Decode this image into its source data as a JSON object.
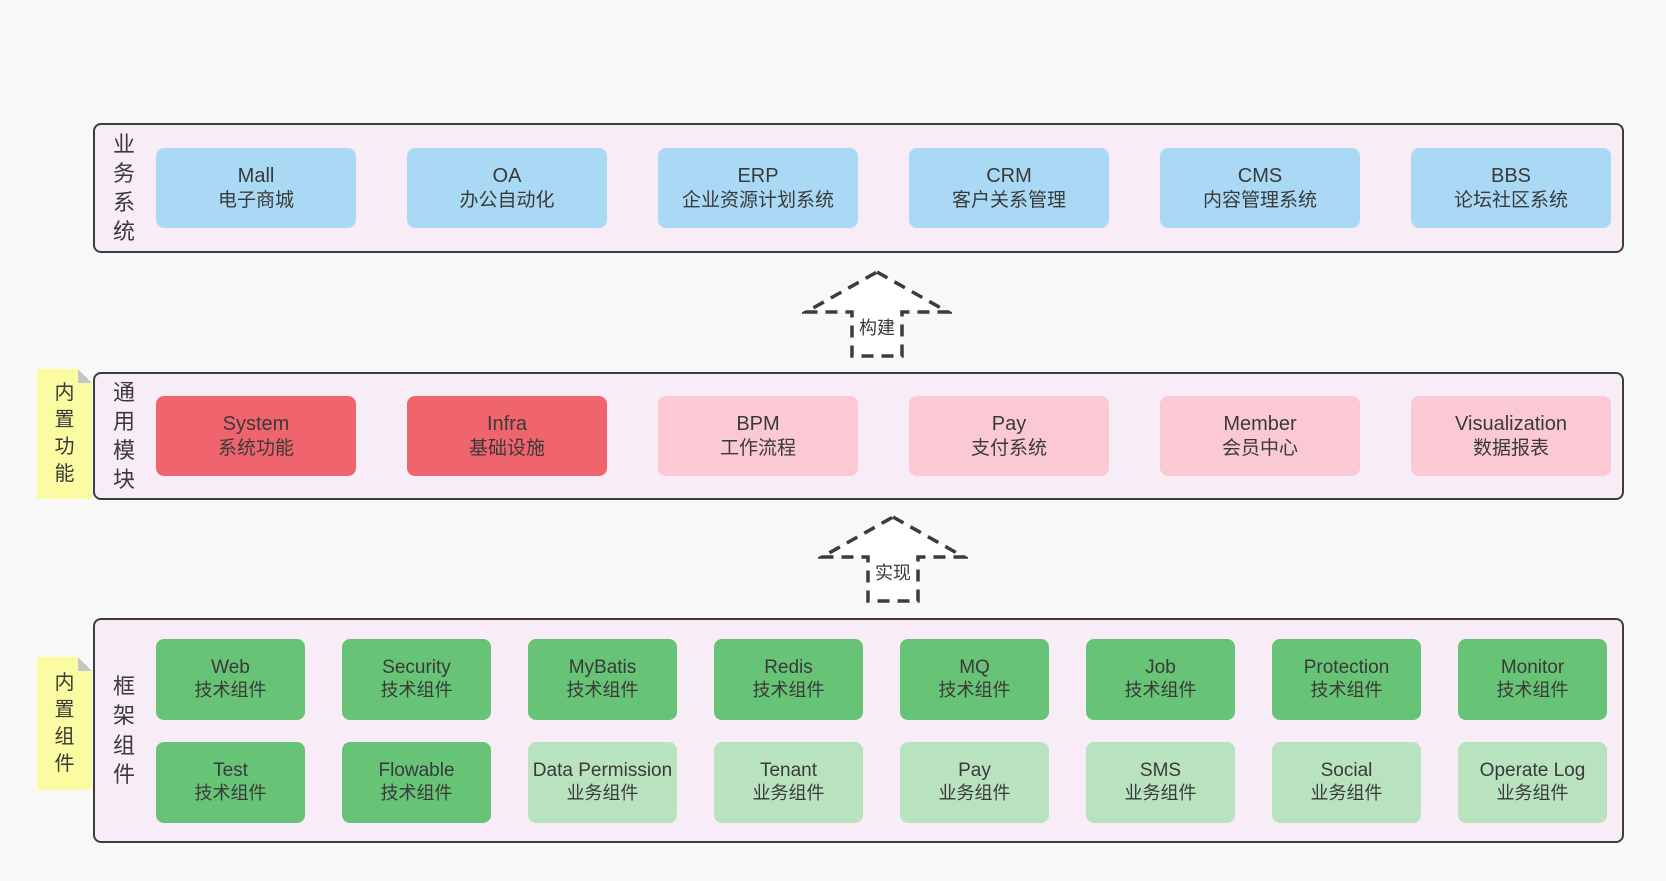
{
  "colors": {
    "pageBg": "#f8f8f8",
    "bandBg": "#f8edf6",
    "border": "#3d3d3d",
    "text": "#3a3a3a",
    "blue": "#a9d9f4",
    "red": "#f0646d",
    "pink": "#fbc9d3",
    "greenDark": "#67c376",
    "greenLight": "#b9e3bf",
    "yellow": "#fbfba1",
    "fold": "#c6c6c6"
  },
  "arrows": [
    {
      "label": "构建",
      "direction": "up"
    },
    {
      "label": "实现",
      "direction": "up"
    }
  ],
  "bands": [
    {
      "label": "业务系统",
      "boxes": [
        {
          "name": "Mall",
          "sub": "电子商城",
          "type": "blue"
        },
        {
          "name": "OA",
          "sub": "办公自动化",
          "type": "blue"
        },
        {
          "name": "ERP",
          "sub": "企业资源计划系统",
          "type": "blue"
        },
        {
          "name": "CRM",
          "sub": "客户关系管理",
          "type": "blue"
        },
        {
          "name": "CMS",
          "sub": "内容管理系统",
          "type": "blue"
        },
        {
          "name": "BBS",
          "sub": "论坛社区系统",
          "type": "blue"
        }
      ]
    },
    {
      "label": "通用模块",
      "sticky": "内置功能",
      "boxes": [
        {
          "name": "System",
          "sub": "系统功能",
          "type": "red"
        },
        {
          "name": "Infra",
          "sub": "基础设施",
          "type": "red"
        },
        {
          "name": "BPM",
          "sub": "工作流程",
          "type": "pink"
        },
        {
          "name": "Pay",
          "sub": "支付系统",
          "type": "pink"
        },
        {
          "name": "Member",
          "sub": "会员中心",
          "type": "pink"
        },
        {
          "name": "Visualization",
          "sub": "数据报表",
          "type": "pink"
        }
      ]
    },
    {
      "label": "框架组件",
      "sticky": "内置组件",
      "boxes": [
        {
          "name": "Web",
          "sub": "技术组件",
          "type": "greenDark"
        },
        {
          "name": "Security",
          "sub": "技术组件",
          "type": "greenDark"
        },
        {
          "name": "MyBatis",
          "sub": "技术组件",
          "type": "greenDark"
        },
        {
          "name": "Redis",
          "sub": "技术组件",
          "type": "greenDark"
        },
        {
          "name": "MQ",
          "sub": "技术组件",
          "type": "greenDark"
        },
        {
          "name": "Job",
          "sub": "技术组件",
          "type": "greenDark"
        },
        {
          "name": "Protection",
          "sub": "技术组件",
          "type": "greenDark"
        },
        {
          "name": "Monitor",
          "sub": "技术组件",
          "type": "greenDark"
        },
        {
          "name": "Test",
          "sub": "技术组件",
          "type": "greenDark"
        },
        {
          "name": "Flowable",
          "sub": "技术组件",
          "type": "greenDark"
        },
        {
          "name": "Data Permission",
          "sub": "业务组件",
          "type": "greenLight"
        },
        {
          "name": "Tenant",
          "sub": "业务组件",
          "type": "greenLight"
        },
        {
          "name": "Pay",
          "sub": "业务组件",
          "type": "greenLight"
        },
        {
          "name": "SMS",
          "sub": "业务组件",
          "type": "greenLight"
        },
        {
          "name": "Social",
          "sub": "业务组件",
          "type": "greenLight"
        },
        {
          "name": "Operate Log",
          "sub": "业务组件",
          "type": "greenLight"
        }
      ]
    }
  ]
}
